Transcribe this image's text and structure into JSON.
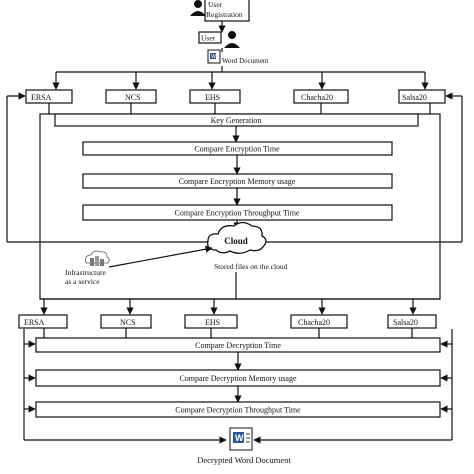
{
  "top": {
    "user_registration": [
      "User",
      "Registration"
    ],
    "user": "User",
    "word_document": "Word Document"
  },
  "algorithms": [
    "ERSA",
    "NCS",
    "EHS",
    "Chacha20",
    "Salsa20"
  ],
  "encryption": {
    "key_generation": "Key Generation",
    "steps": [
      "Compare Encryption Time",
      "Compare Encryption Memory usage",
      "Compare Encryption Throughput Time"
    ]
  },
  "cloud": {
    "label": "Cloud",
    "stored_files": "Stored files on the cloud",
    "iaas": [
      "Infrastructure",
      "as a service"
    ]
  },
  "decryption": {
    "algorithms": [
      "ERSA",
      "NCS",
      "EHS",
      "Chacha20",
      "Salsa20"
    ],
    "steps": [
      "Compare Decryption Time",
      "Compare Decryption Memory usage",
      "Compare Decryption Throughput Time"
    ]
  },
  "output": {
    "decrypted_document": "Decrypted Word Document"
  },
  "icons": {
    "user": "person-icon",
    "document": "word-document-icon",
    "cloud": "cloud-icon",
    "server": "server-building-icon"
  }
}
